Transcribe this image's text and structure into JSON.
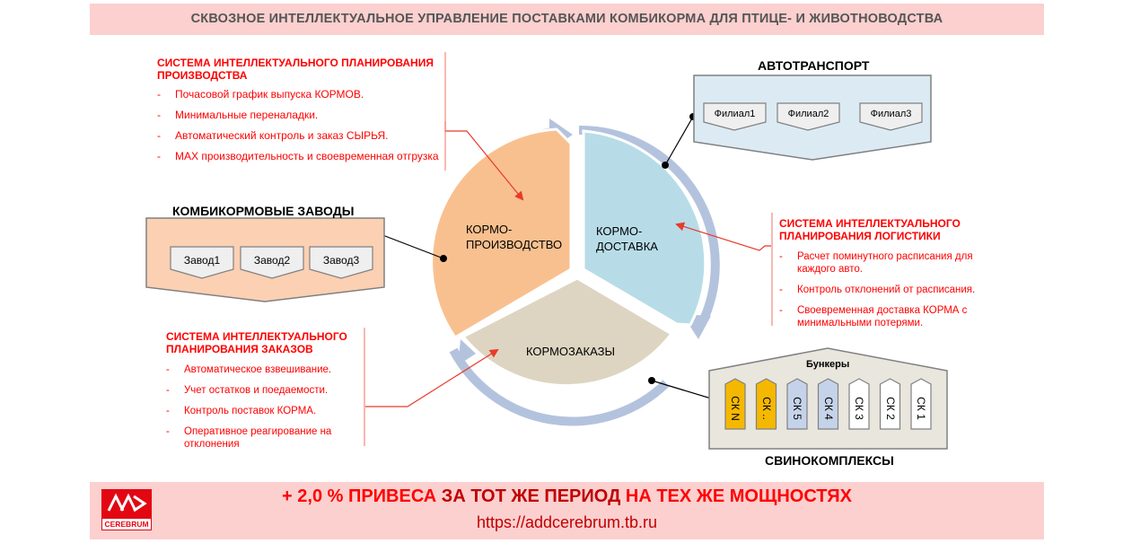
{
  "header": {
    "title": "СКВОЗНОЕ ИНТЕЛЛЕКТУАЛЬНОЕ УПРАВЛЕНИЕ ПОСТАВКАМИ КОМБИКОРМА ДЛЯ ПТИЦЕ- И ЖИВОТНОВОДСТВА"
  },
  "production": {
    "title_line1": "СИСТЕМА ИНТЕЛЛЕКТУАЛЬНОГО ПЛАНИРОВАНИЯ",
    "title_line2": "ПРОИЗВОДСТВА",
    "items": [
      "Почасовой график выпуска КОРМОВ.",
      "Минимальные переналадки.",
      "Автоматический контроль и заказ СЫРЬЯ.",
      "MAX производительность и своевременная отгрузка"
    ]
  },
  "logistics": {
    "title_line1": "СИСТЕМА ИНТЕЛЛЕКТУАЛЬНОГО",
    "title_line2": "ПЛАНИРОВАНИЯ ЛОГИСТИКИ",
    "items": [
      "Расчет поминутного расписания для каждого авто.",
      "Контроль отклонений от расписания.",
      "Своевременная доставка КОРМА с минимальными потерями."
    ]
  },
  "orders": {
    "title_line1": "СИСТЕМА ИНТЕЛЛЕКТУАЛЬНОГО",
    "title_line2": "ПЛАНИРОВАНИЯ ЗАКАЗОВ",
    "items": [
      "Автоматическое взвешивание.",
      "Учет остатков и поедаемости.",
      "Контроль поставок КОРМА.",
      "Оперативное реагирование на отклонения"
    ]
  },
  "factories": {
    "title": "КОМБИКОРМОВЫЕ ЗАВОДЫ",
    "units": [
      "Завод1",
      "Завод2",
      "Завод3"
    ]
  },
  "transport": {
    "title": "АВТОТРАНСПОРТ",
    "units": [
      "Филиал1",
      "Филиал2",
      "Филиал3"
    ]
  },
  "pig_farms": {
    "title": "СВИНОКОМПЛЕКСЫ",
    "bunkers_label": "Бункеры",
    "bunkers": [
      "СК N",
      "СК ..",
      "СК 5",
      "СК 4",
      "СК 3",
      "СК 2",
      "СК 1"
    ],
    "bunker_colors": [
      "#f5b800",
      "#f5b800",
      "#c5d3ea",
      "#c5d3ea",
      "#ffffff",
      "#ffffff",
      "#ffffff"
    ]
  },
  "cycle": {
    "production_line1": "КОРМО-",
    "production_line2": "ПРОИЗВОДСТВО",
    "delivery_line1": "КОРМО-",
    "delivery_line2": "ДОСТАВКА",
    "orders_label": "КОРМОЗАКАЗЫ"
  },
  "footer": {
    "slogan_part1": "+ 2,0 % ПРИВЕСА",
    "slogan_part2": " ЗА ТОТ ЖЕ ПЕРИОД ",
    "slogan_part3": "НА ТЕХ ЖЕ МОЩНОСТЯХ",
    "url": "https://addcerebrum.tb.ru",
    "logo_text": "CEREBRUM"
  },
  "colors": {
    "accent_red": "#ff0000",
    "banner_pink": "#fbd0cf",
    "segment_orange": "#f9c08f",
    "segment_blue": "#b7dce8",
    "segment_beige": "#ddd5c1",
    "ring_blue": "#b4c3dd"
  }
}
